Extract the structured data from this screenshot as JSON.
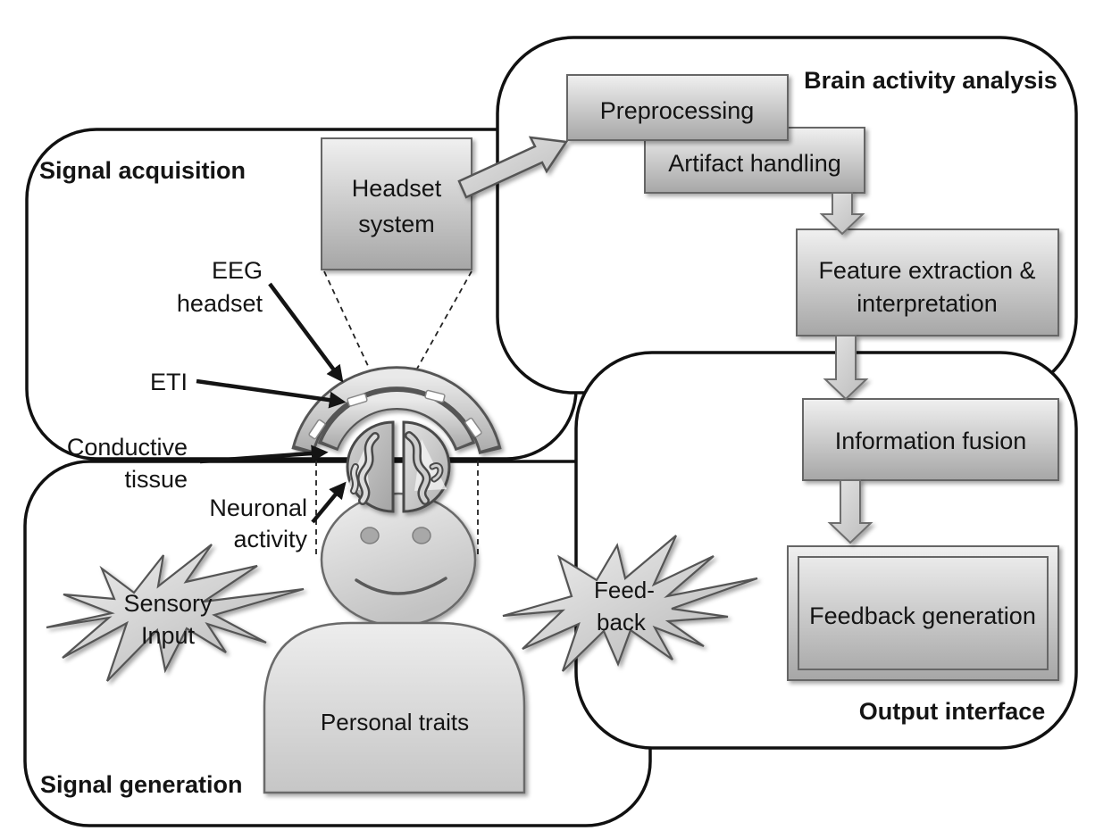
{
  "containers": {
    "signal_acquisition": {
      "label": "Signal acquisition"
    },
    "brain_activity_analysis": {
      "label": "Brain activity analysis"
    },
    "output_interface": {
      "label": "Output interface"
    },
    "signal_generation": {
      "label": "Signal generation"
    }
  },
  "boxes": {
    "headset_system": {
      "line1": "Headset",
      "line2": "system"
    },
    "preprocessing": {
      "label": "Preprocessing"
    },
    "artifact_handling": {
      "label": "Artifact handling"
    },
    "feature_extraction": {
      "line1": "Feature extraction &",
      "line2": "interpretation"
    },
    "information_fusion": {
      "label": "Information fusion"
    },
    "feedback_generation": {
      "label": "Feedback generation"
    }
  },
  "annotations": {
    "eeg_headset": {
      "line1": "EEG",
      "line2": "headset"
    },
    "eti": {
      "label": "ETI"
    },
    "conductive_tissue": {
      "line1": "Conductive",
      "line2": "tissue"
    },
    "neuronal_activity": {
      "line1": "Neuronal",
      "line2": "activity"
    },
    "personal_traits": {
      "label": "Personal traits"
    }
  },
  "starbursts": {
    "sensory_input": {
      "line1": "Sensory",
      "line2": "Input"
    },
    "feedback": {
      "line1": "Feed-",
      "line2": "back"
    }
  },
  "colors": {
    "background": "#ffffff",
    "container_border": "#111111",
    "process_box_border": "#666666",
    "text": "#141414",
    "fill_light": "#efefef",
    "fill_dark": "#a6a6a6"
  }
}
